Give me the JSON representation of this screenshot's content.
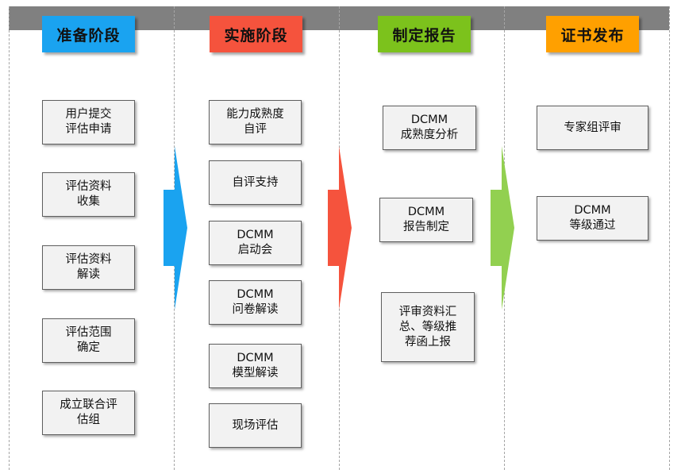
{
  "phases": [
    {
      "title": "准备阶段",
      "color": "#1aa3f0",
      "steps": [
        "用户提交\n评估申请",
        "评估资料\n收集",
        "评估资料\n解读",
        "评估范围\n确定",
        "成立联合评\n估组"
      ]
    },
    {
      "title": "实施阶段",
      "color": "#f5533d",
      "steps": [
        "能力成熟度\n自评",
        "自评支持",
        "DCMM\n启动会",
        "DCMM\n问卷解读",
        "DCMM\n模型解读",
        "现场评估"
      ]
    },
    {
      "title": "制定报告",
      "color": "#7cc21c",
      "steps": [
        "DCMM\n成熟度分析",
        "DCMM\n报告制定",
        "评审资料汇\n总、等级推\n荐函上报"
      ]
    },
    {
      "title": "证书发布",
      "color": "#ffa000",
      "steps": [
        "专家组评审",
        "DCMM\n等级通过"
      ]
    }
  ],
  "arrows": [
    {
      "color": "#1aa3f0"
    },
    {
      "color": "#f5533d"
    },
    {
      "color": "#92d050"
    }
  ]
}
